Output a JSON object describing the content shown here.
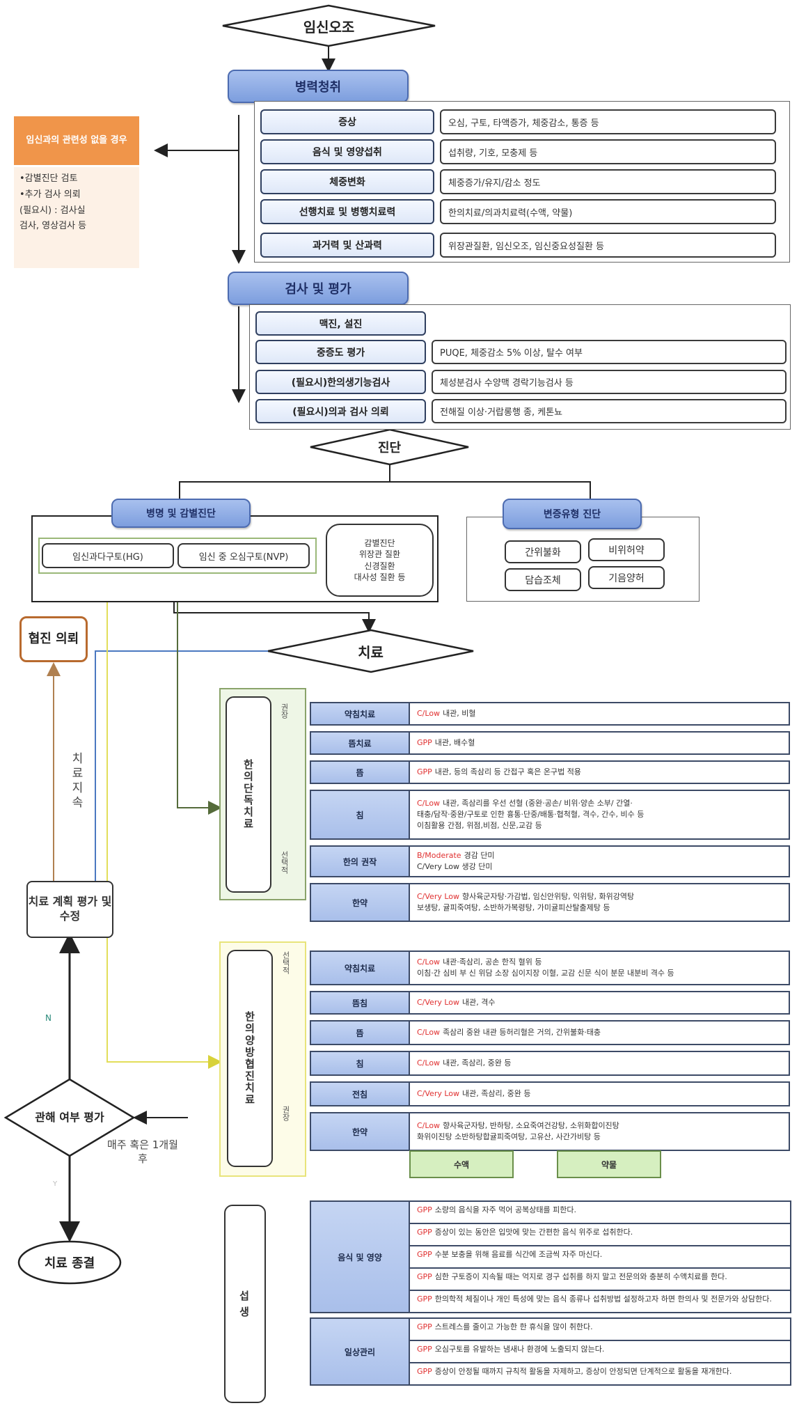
{
  "start": {
    "label": "임신오조"
  },
  "history": {
    "header": "병력청취",
    "rows": [
      {
        "label": "증상",
        "value": "오심, 구토, 타액증가, 체중감소, 통증 등"
      },
      {
        "label": "음식 및 영양섭취",
        "value": "섭취량, 기호, 모충제 등"
      },
      {
        "label": "체중변화",
        "value": "체중증가/유지/감소 정도"
      },
      {
        "label": "선행치료 및 병행치료력",
        "value": "한의치료/의과치료력(수액, 약물)"
      },
      {
        "label": "과거력 및 산과력",
        "value": "위장관질환, 임신오조, 임신중요성질환 등"
      }
    ]
  },
  "side_note": {
    "title": "임신과의 관련성 없을 경우",
    "items": [
      "•감별진단 검토",
      "•추가 검사 의뢰",
      "(필요시) : 검사실",
      "검사, 영상검사 등"
    ]
  },
  "exam": {
    "header": "검사 및 평가",
    "rows": [
      {
        "label": "맥진, 설진",
        "value": ""
      },
      {
        "label": "중증도 평가",
        "value": "PUQE, 체중감소 5% 이상, 탈수 여부"
      },
      {
        "label": "(필요시)한의생기능검사",
        "value": "체성분검사 수양맥 경락기능검사 등"
      },
      {
        "label": "(필요시)의과 검사 의뢰",
        "value": "전해질 이상·거랍롱행 종, 케톤뇨"
      }
    ]
  },
  "diagnosis": {
    "label": "진단",
    "western": {
      "header": "병명 및 감별진단",
      "hg": "임신과다구토(HG)",
      "nvp": "임신 중 오심구토(NVP)",
      "differential": [
        "감별진단",
        "위장관 질환",
        "신경질환",
        "대사성 질환 등"
      ]
    },
    "pattern": {
      "header": "변증유형 진단",
      "items": [
        "간위불화",
        "비위허약",
        "담습조체",
        "기음양허"
      ]
    }
  },
  "treatment": {
    "label": "치료"
  },
  "consult": {
    "label": "협진 의뢰"
  },
  "continue_label": "치료지속",
  "plan_box": {
    "label": "치료 계획 평가 및 수정"
  },
  "decision": {
    "label": "관해 여부 평가",
    "interval": "매주 혹은 1개월 후",
    "no": "N",
    "yes": "Y"
  },
  "end": {
    "label": "치료 종결"
  },
  "km_only": {
    "title": "한의단독치료",
    "scale_top": "권장",
    "scale_bottom": "선택적",
    "rows": [
      {
        "label": "약침치료",
        "grade": "C/Low",
        "lines": [
          "내관, 비혈"
        ]
      },
      {
        "label": "뜸치료",
        "grade": "GPP",
        "lines": [
          "내관, 배수혈"
        ]
      },
      {
        "label": "뜸",
        "grade": "GPP",
        "lines": [
          "내관, 등의 족삼리 등 간접구 혹은 온구법 적용"
        ]
      },
      {
        "label": "침",
        "grade": "C/Low",
        "lines": [
          "내관, 족삼리를 우선 선혈 (중완·공손/ 비위·양손 소부/ 간열·",
          "태충/담작·중완/구토로 인한 흉통·단중/배통·협척혈, 격수, 간수, 비수 등",
          "이침활용 간점, 위점,비점, 신문,교감 등"
        ]
      },
      {
        "label": "한의 권작",
        "grade": "B/Moderate",
        "lines": [
          "경감 단미",
          "C/Very Low 생강 단미"
        ]
      },
      {
        "label": "한약",
        "grade": "C/Very Low",
        "lines": [
          "향사육군자탕·가감법, 임신안위탕, 익위탕, 화위강역탕",
          "보생탕, 귤피죽여탕, 소반하가복령탕, 가미귤피산탈출제탕 등"
        ]
      }
    ]
  },
  "combined": {
    "title": "한의양방협진치료",
    "scale_top": "선택적",
    "scale_bottom": "권장",
    "rows": [
      {
        "label": "약침치료",
        "grade": "C/Low",
        "lines": [
          "내관·족삼리, 공손 한직 혈위 등",
          "이침·간 심비 부 신 위담 소장 심이지장 이혈, 교감 신문 식이 분문 내분비 격수 등"
        ]
      },
      {
        "label": "뜸침",
        "grade": "C/Very Low",
        "lines": [
          "내관, 격수"
        ]
      },
      {
        "label": "뜸",
        "grade": "C/Low",
        "lines": [
          "족삼리 중완 내관 등허리혈은 거의, 간위불화·태충"
        ]
      },
      {
        "label": "침",
        "grade": "C/Low",
        "lines": [
          "내관, 족삼리, 중완 등"
        ]
      },
      {
        "label": "전침",
        "grade": "C/Very Low",
        "lines": [
          "내관, 족삼리, 중완 등"
        ]
      },
      {
        "label": "한약",
        "grade": "C/Low",
        "lines": [
          "향사육군자탕, 반하탕, 소요죽여건강탕, 소위화합이진탕",
          "화위이진탕 소반하탕합귤피죽여탕, 고유산, 사간가비탕 등"
        ]
      }
    ],
    "extras": [
      "수액",
      "약물"
    ]
  },
  "lifestyle": {
    "title": "섭생",
    "groups": [
      {
        "label": "음식 및 영양",
        "items": [
          {
            "grade": "GPP",
            "text": "소량의 음식을 자주 먹어 공복상태를 피한다."
          },
          {
            "grade": "GPP",
            "text": "증상이 있는 동안은 입맛에 맞는 간편한 음식 위주로 섭취한다."
          },
          {
            "grade": "GPP",
            "text": "수분 보충을 위해 음료를 식간에 조금씩 자주 마신다."
          },
          {
            "grade": "GPP",
            "text": "심한 구토증이 지속될 때는 억지로 경구 섭취를 하지 말고 전문의와 충분히 수액치료를 한다."
          },
          {
            "grade": "GPP",
            "text": "한의학적 체질이나 개인 특성에 맞는 음식 종류나 섭취방법 설정하고자 하면 한의사 및 전문가와 상담한다."
          }
        ]
      },
      {
        "label": "일상관리",
        "items": [
          {
            "grade": "GPP",
            "text": "스트레스를 줄이고 가능한 한 휴식을 많이 취한다."
          },
          {
            "grade": "GPP",
            "text": "오심구토를 유발하는 냄새나 환경에 노출되지 않는다."
          },
          {
            "grade": "GPP",
            "text": "증상이 안정될 때까지 규칙적 활동을 자제하고, 증상이 안정되면 단계적으로 활동을 재개한다."
          }
        ]
      }
    ]
  }
}
